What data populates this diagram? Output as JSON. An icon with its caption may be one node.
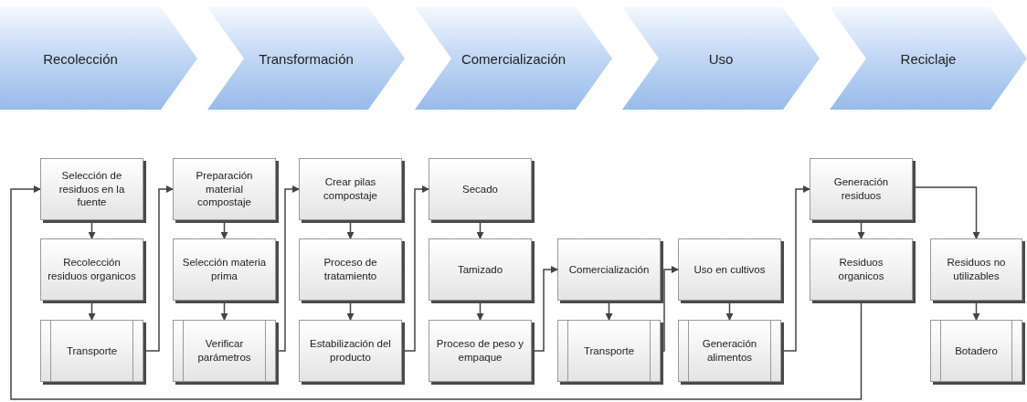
{
  "diagram": {
    "nodes": [
      {
        "text": [
          "Recolección"
        ]
      },
      {
        "text": [
          "Transformación"
        ]
      },
      {
        "text": [
          "Comercialización"
        ]
      },
      {
        "text": [
          "Uso"
        ]
      },
      {
        "text": [
          "Reciclaje"
        ]
      },
      {
        "text": [
          "Selección de residuos en la fuente"
        ]
      },
      {
        "text": [
          "Recolección residuos organicos"
        ]
      },
      {
        "text": [
          "Transporte"
        ]
      },
      {
        "text": [
          "Preparación material compostaje"
        ]
      },
      {
        "text": [
          "Selección materia prima"
        ]
      },
      {
        "text": [
          "Verificar parámetros"
        ]
      },
      {
        "text": [
          "Crear pilas compostaje"
        ]
      },
      {
        "text": [
          "Proceso de tratamiento"
        ]
      },
      {
        "text": [
          "Estabilización del producto"
        ]
      },
      {
        "text": [
          "Secado"
        ]
      },
      {
        "text": [
          "Tamizado"
        ]
      },
      {
        "text": [
          "Proceso de peso y empaque"
        ]
      },
      {
        "text": [
          "Comercialización"
        ]
      },
      {
        "text": [
          "Transporte"
        ]
      },
      {
        "text": [
          "Uso en cultivos"
        ]
      },
      {
        "text": [
          "Generación alimentos"
        ]
      },
      {
        "text": [
          "Generación residuos"
        ]
      },
      {
        "text": [
          "Residuos organicos"
        ]
      },
      {
        "text": [
          "Residuos no utilizables"
        ]
      },
      {
        "text": [
          "Botadero"
        ]
      }
    ],
    "edges": [
      {
        "from": 5,
        "to": 6,
        "arrow": "to"
      },
      {
        "from": 6,
        "to": 7,
        "arrow": "to"
      },
      {
        "from": 7,
        "to": 8,
        "arrow": "to"
      },
      {
        "from": 8,
        "to": 9,
        "arrow": "to"
      },
      {
        "from": 9,
        "to": 10,
        "arrow": "to"
      },
      {
        "from": 10,
        "to": 11,
        "arrow": "to"
      },
      {
        "from": 11,
        "to": 12,
        "arrow": "to"
      },
      {
        "from": 12,
        "to": 13,
        "arrow": "to"
      },
      {
        "from": 13,
        "to": 14,
        "arrow": "to"
      },
      {
        "from": 14,
        "to": 15,
        "arrow": "to"
      },
      {
        "from": 15,
        "to": 16,
        "arrow": "to"
      },
      {
        "from": 16,
        "to": 17,
        "arrow": "to"
      },
      {
        "from": 17,
        "to": 18,
        "arrow": "to"
      },
      {
        "from": 18,
        "to": 19,
        "arrow": "to"
      },
      {
        "from": 19,
        "to": 20,
        "arrow": "to"
      },
      {
        "from": 20,
        "to": 21,
        "arrow": "to"
      },
      {
        "from": 21,
        "to": 22,
        "arrow": "to"
      },
      {
        "from": 21,
        "to": 23,
        "arrow": "to"
      },
      {
        "from": 23,
        "to": 24,
        "arrow": "to"
      },
      {
        "from": 22,
        "to": 5,
        "arrow": "to"
      }
    ]
  }
}
